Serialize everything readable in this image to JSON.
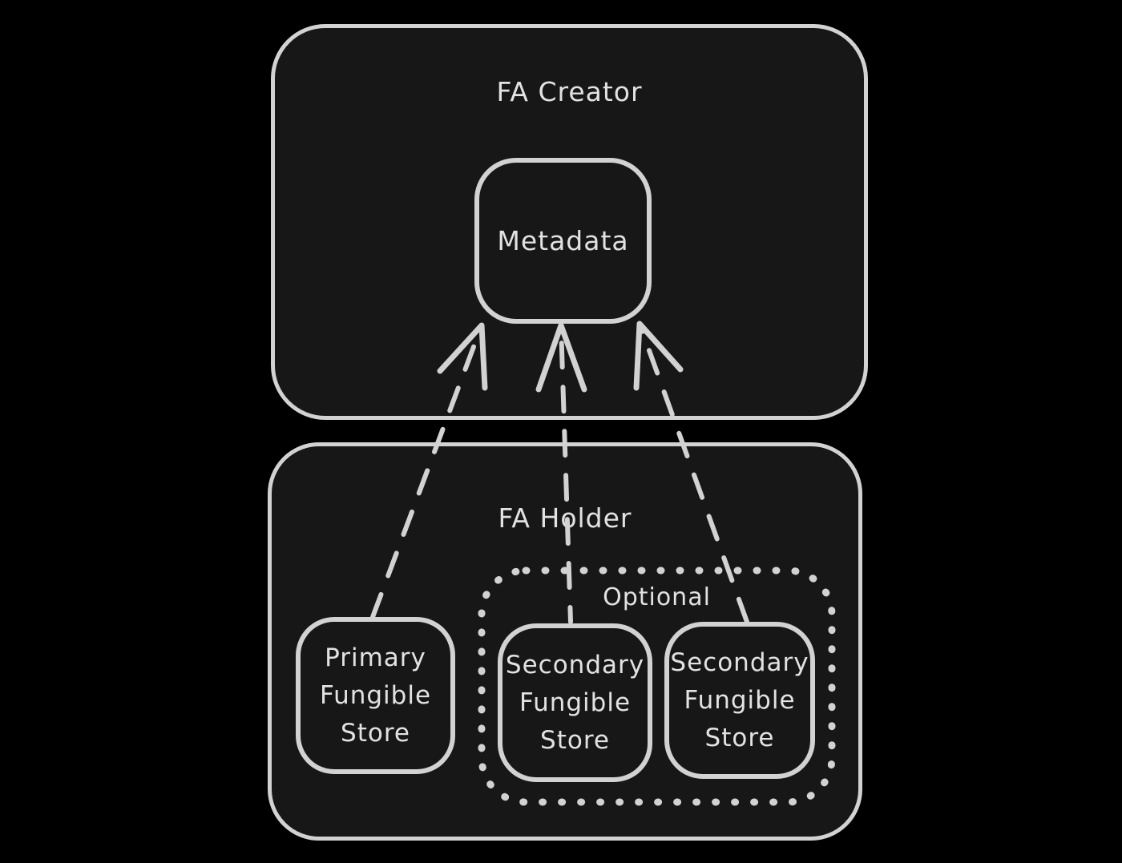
{
  "labels": {
    "creator_section": "FA Creator",
    "metadata_box": "Metadata",
    "holder_section": "FA Holder",
    "optional_group": "Optional"
  },
  "stores": {
    "primary": {
      "label": "Primary Fungible Store",
      "lines": [
        "Primary",
        "Fungible",
        "Store"
      ]
    },
    "secondary_left": {
      "label": "Secondary Fungible Store",
      "lines": [
        "Secondary",
        "Fungible",
        "Store"
      ]
    },
    "secondary_right": {
      "label": "Secondary Fungible Store",
      "lines": [
        "Secondary",
        "Fungible",
        "Store"
      ]
    }
  },
  "connections": [
    {
      "from": "primary-fungible-store",
      "to": "metadata",
      "style": "dashed-arrow"
    },
    {
      "from": "secondary-fungible-store-left",
      "to": "metadata",
      "style": "dashed-arrow"
    },
    {
      "from": "secondary-fungible-store-right",
      "to": "metadata",
      "style": "dashed-arrow"
    }
  ],
  "colors": {
    "background": "#000000",
    "panel_fill": "#171717",
    "stroke": "#d2d2d2",
    "text": "#e2e2e2"
  }
}
